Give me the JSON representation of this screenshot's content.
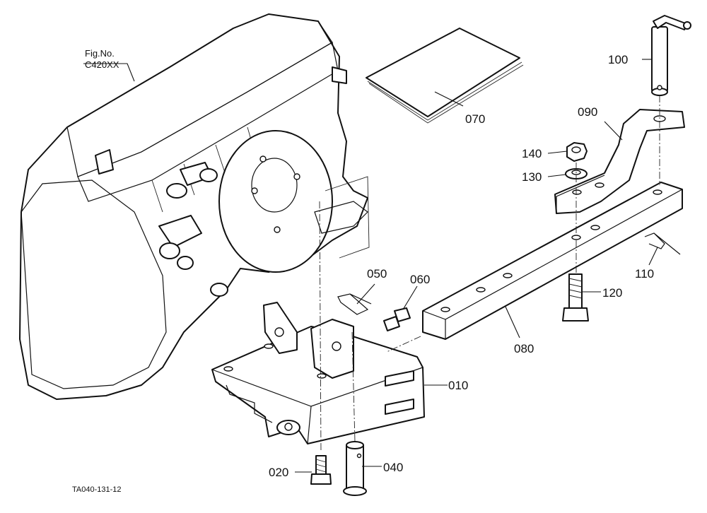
{
  "figure": {
    "fig_label_line1": "Fig.No.",
    "fig_label_line2": "C420XX",
    "drawing_code": "TA040-131-12"
  },
  "parts": [
    {
      "id": "010",
      "label": "010"
    },
    {
      "id": "020",
      "label": "020"
    },
    {
      "id": "040",
      "label": "040"
    },
    {
      "id": "050",
      "label": "050"
    },
    {
      "id": "060",
      "label": "060"
    },
    {
      "id": "070",
      "label": "070"
    },
    {
      "id": "080",
      "label": "080"
    },
    {
      "id": "090",
      "label": "090"
    },
    {
      "id": "100",
      "label": "100"
    },
    {
      "id": "110",
      "label": "110"
    },
    {
      "id": "120",
      "label": "120"
    },
    {
      "id": "130",
      "label": "130"
    },
    {
      "id": "140",
      "label": "140"
    }
  ],
  "colors": {
    "ink": "#111111",
    "paper": "#ffffff"
  }
}
